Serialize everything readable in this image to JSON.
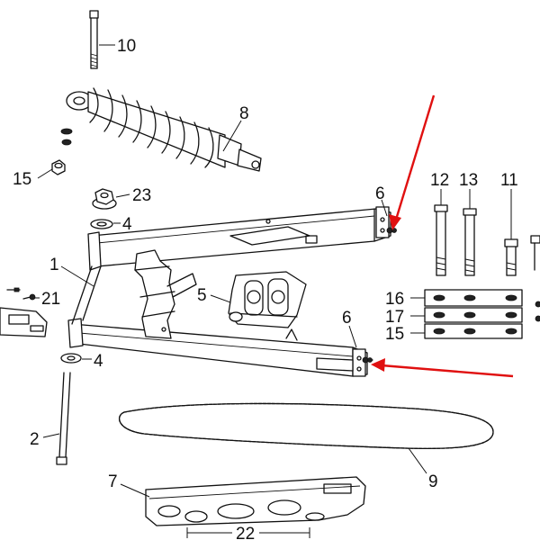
{
  "colors": {
    "line": "#111111",
    "arrow": "#e01010",
    "background": "#ffffff"
  },
  "callouts": {
    "p1": "1",
    "p2": "2",
    "p4a": "4",
    "p4b": "4",
    "p5": "5",
    "p6a": "6",
    "p6b": "6",
    "p7": "7",
    "p8": "8",
    "p9": "9",
    "p10": "10",
    "p11": "11",
    "p12": "12",
    "p13": "13",
    "p15a": "15",
    "p15b": "15",
    "p16": "16",
    "p17": "17",
    "p21": "21",
    "p22": "22",
    "p23": "23"
  }
}
